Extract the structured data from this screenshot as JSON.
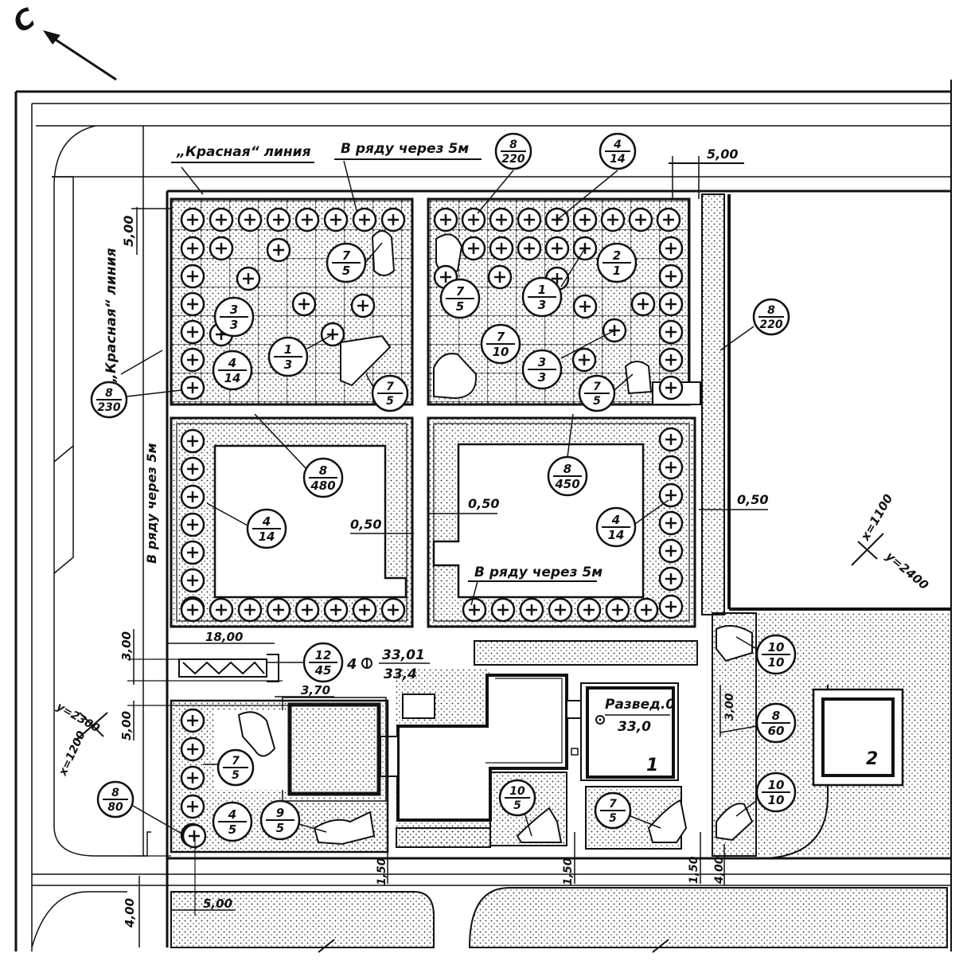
{
  "map": {
    "north_label": "С",
    "red_line_top": "„Красная“ линия",
    "red_line_left": "„Красная“ линия",
    "row_note": "В ряду через 5м",
    "markers": [
      {
        "id": "m1",
        "top": "8",
        "bottom": "220"
      },
      {
        "id": "m2",
        "top": "4",
        "bottom": "14"
      },
      {
        "id": "m3",
        "top": "8",
        "bottom": "220"
      },
      {
        "id": "m4",
        "top": "8",
        "bottom": "230"
      },
      {
        "id": "m5",
        "top": "8",
        "bottom": "480"
      },
      {
        "id": "m6",
        "top": "8",
        "bottom": "450"
      },
      {
        "id": "m7",
        "top": "4",
        "bottom": "14"
      },
      {
        "id": "m8",
        "top": "4",
        "bottom": "14"
      },
      {
        "id": "m9",
        "top": "7",
        "bottom": "5"
      },
      {
        "id": "m10",
        "top": "3",
        "bottom": "3"
      },
      {
        "id": "m11",
        "top": "1",
        "bottom": "3"
      },
      {
        "id": "m12",
        "top": "4",
        "bottom": "14"
      },
      {
        "id": "m13",
        "top": "7",
        "bottom": "5"
      },
      {
        "id": "m14",
        "top": "7",
        "bottom": "5"
      },
      {
        "id": "m15",
        "top": "1",
        "bottom": "3"
      },
      {
        "id": "m16",
        "top": "2",
        "bottom": "1"
      },
      {
        "id": "m17",
        "top": "7",
        "bottom": "10"
      },
      {
        "id": "m18",
        "top": "3",
        "bottom": "3"
      },
      {
        "id": "m19",
        "top": "7",
        "bottom": "5"
      },
      {
        "id": "m20",
        "top": "12",
        "bottom": "45"
      },
      {
        "id": "m21",
        "top": "10",
        "bottom": "10"
      },
      {
        "id": "m22",
        "top": "8",
        "bottom": "60"
      },
      {
        "id": "m23",
        "top": "10",
        "bottom": "10"
      },
      {
        "id": "m24",
        "top": "7",
        "bottom": "5"
      },
      {
        "id": "m25",
        "top": "8",
        "bottom": "80"
      },
      {
        "id": "m26",
        "top": "4",
        "bottom": "5"
      },
      {
        "id": "m27",
        "top": "9",
        "bottom": "5"
      },
      {
        "id": "m28",
        "top": "10",
        "bottom": "5"
      },
      {
        "id": "m29",
        "top": "7",
        "bottom": "5"
      }
    ],
    "dimensions": {
      "d500_top": "5,00",
      "d500_left": "5,00",
      "d050_a": "0,50",
      "d050_b": "0,50",
      "d050_c": "0,50",
      "d1800": "18,00",
      "d300_a": "3,00",
      "d370": "3,70",
      "d500_mid": "5,00",
      "d300_b": "3,00",
      "d150_a": "1,50",
      "d150_b": "1,50",
      "d150_c": "1,50",
      "d400_a": "4,00",
      "d400_b": "4,00",
      "d500_bottom": "5,00"
    },
    "elevation_note": "4",
    "elevation_top": "33,01",
    "elevation_bottom": "33,4",
    "bench_top": "Развед.0",
    "bench_bottom": "33,0",
    "building_1": "1",
    "building_2": "2",
    "coord_right_x": "x=1100",
    "coord_right_y": "y=2400",
    "coord_left_y": "y=2300",
    "coord_left_x": "x=1200"
  }
}
